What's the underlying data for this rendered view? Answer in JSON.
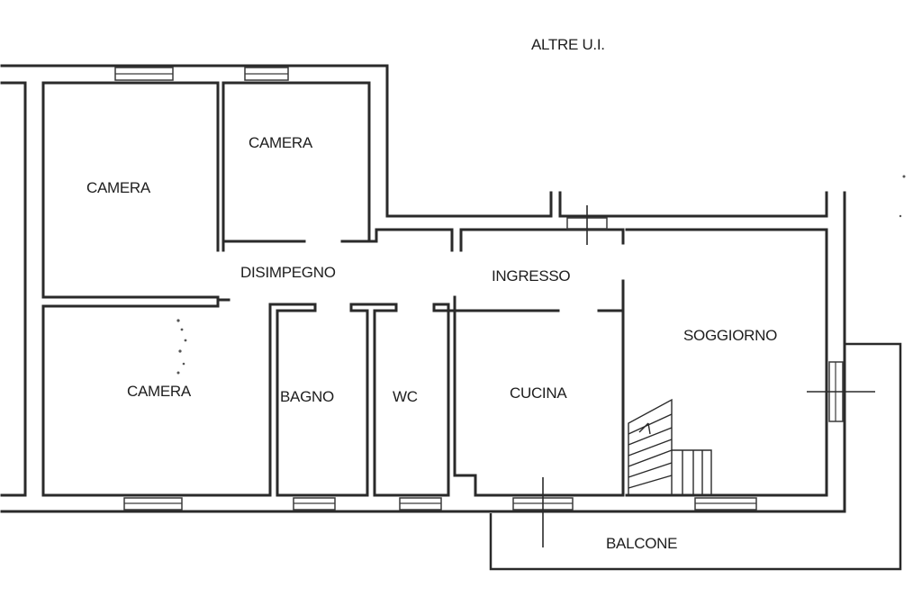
{
  "labels": {
    "other_units": "ALTRE U.I.",
    "camera_large": "CAMERA",
    "camera_small": "CAMERA",
    "camera_bottom": "CAMERA",
    "disimpegno": "DISIMPEGNO",
    "ingresso": "INGRESSO",
    "soggiorno": "SOGGIORNO",
    "bagno": "BAGNO",
    "wc": "WC",
    "cucina": "CUCINA",
    "balcone": "BALCONE"
  },
  "colors": {
    "line": "#2a2a2a",
    "text": "#1e1e1e",
    "background": "#ffffff"
  }
}
